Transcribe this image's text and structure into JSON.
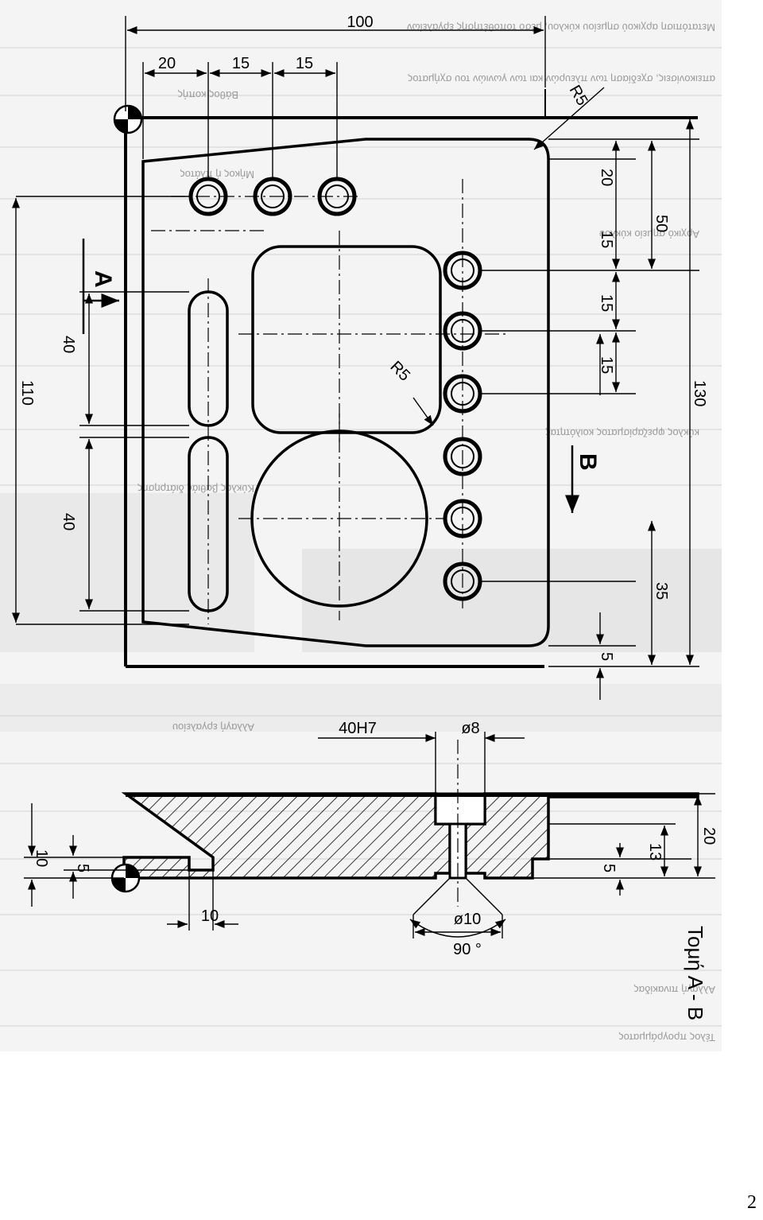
{
  "drawing": {
    "page_number": "2",
    "section_title": "Τομή Α - Β",
    "view_marker_a": "A",
    "view_marker_b": "B",
    "dims": {
      "overall_width": "100",
      "width_20": "20",
      "width_15_a": "15",
      "width_15_b": "15",
      "radius_corner": "R5",
      "radius_pocket": "R5",
      "right_20": "20",
      "right_50": "50",
      "right_15_a": "15",
      "right_15_b": "15",
      "right_15_c": "15",
      "right_130": "130",
      "right_35": "35",
      "right_5": "5",
      "left_110": "110",
      "left_40_a": "40",
      "left_40_b": "40",
      "section_40h7": "40H7",
      "section_dia8": "ø8",
      "section_dia10": "ø10",
      "section_angle": "90 °",
      "section_20": "20",
      "section_13": "13",
      "section_5_right": "5",
      "section_10_left": "10",
      "section_5_left": "5",
      "section_10_bottom": "10"
    },
    "background_text": [
      "Μετατόπιση αρχικού σημείου κύκλου, μέσο τοποθέτησης εργαλείων",
      "απεικονίσεις, σχεδίαση των πλευρών και των γωνιών του σχήματος",
      "Βάθος κοπής",
      "Αρχικό σημείο κύκλου",
      "Μήκος ή πλάτος",
      "κύκλος φρεζαρίσματος κοιλότητας",
      "Κύκλος βαθιάς διάτρησης",
      "Αλλαγή εργαλείου",
      "Αλλαγή πινακίδας",
      "Τέλος προγράμματος"
    ]
  }
}
